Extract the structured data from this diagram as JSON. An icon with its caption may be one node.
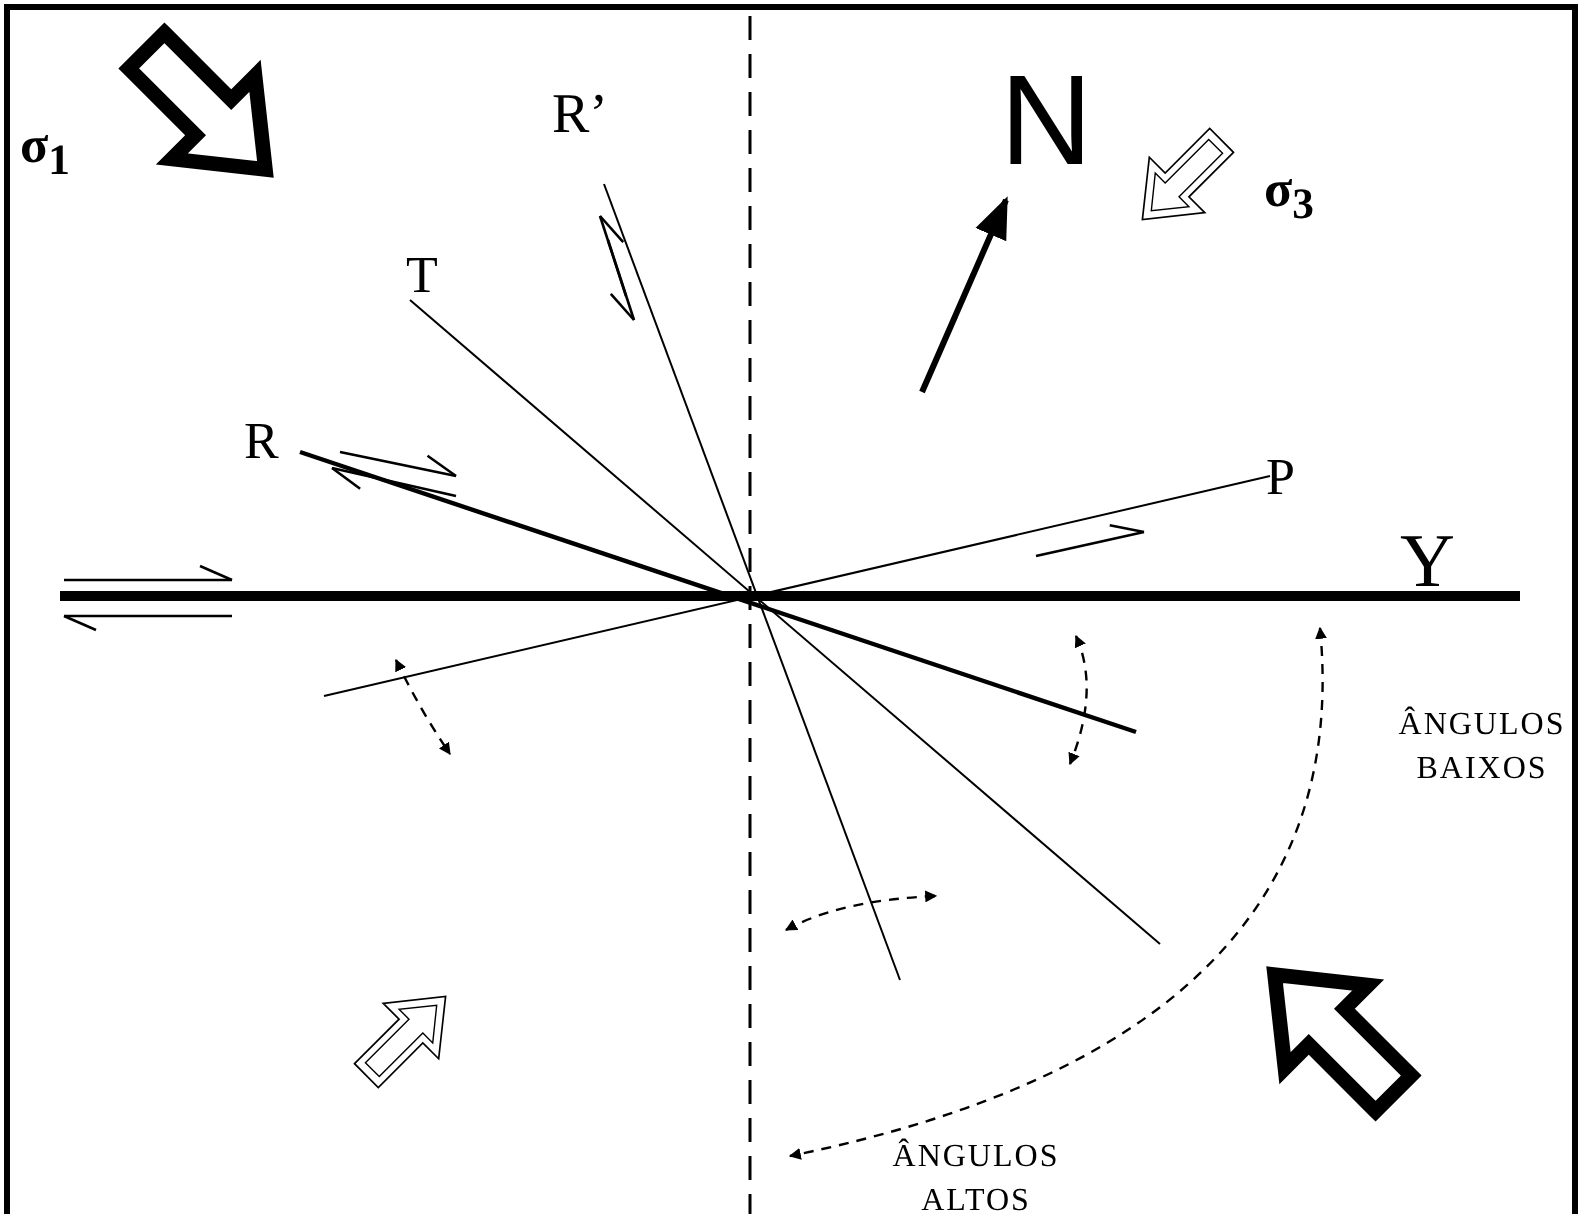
{
  "diagram": {
    "labels": [
      "σ$_{1}$",
      "R’",
      "N",
      "σ$_{3}$",
      "T",
      "R",
      "P",
      "Y",
      "ÂNGULOS BAIXOS",
      "ÂNGULOS ALTOS"
    ]
  }
}
